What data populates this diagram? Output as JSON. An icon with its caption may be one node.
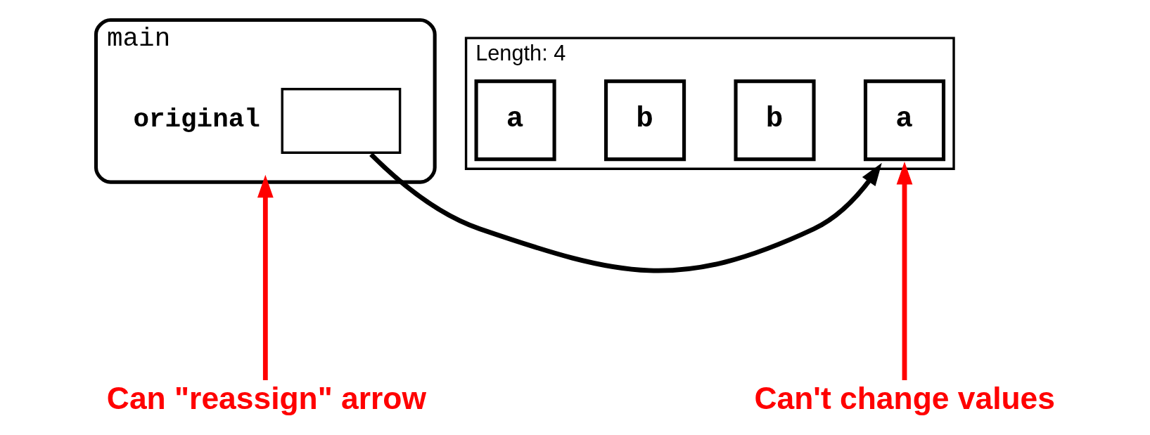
{
  "diagram": {
    "nodes": [
      {
        "text": [
          "main"
        ]
      },
      {
        "text": [],
        "shape": "box",
        "beside": [
          "original"
        ],
        "in": 0
      },
      {
        "text": [
          "Length: 4"
        ]
      },
      {
        "text": [
          "a"
        ],
        "in": 2
      },
      {
        "text": [
          "b"
        ],
        "in": 2
      },
      {
        "text": [
          "b"
        ],
        "in": 2
      },
      {
        "text": [
          "a"
        ],
        "in": 2
      },
      {
        "text": [
          "Can \"reassign\" arrow"
        ]
      },
      {
        "text": [
          "Can't change values"
        ]
      }
    ],
    "edges": [
      {
        "from": 1,
        "to": 2,
        "arrow": "to",
        "color": "#000000"
      },
      {
        "from": 7,
        "to": 0,
        "arrow": "to"
      },
      {
        "from": 8,
        "to": 2,
        "arrow": "to"
      }
    ]
  }
}
